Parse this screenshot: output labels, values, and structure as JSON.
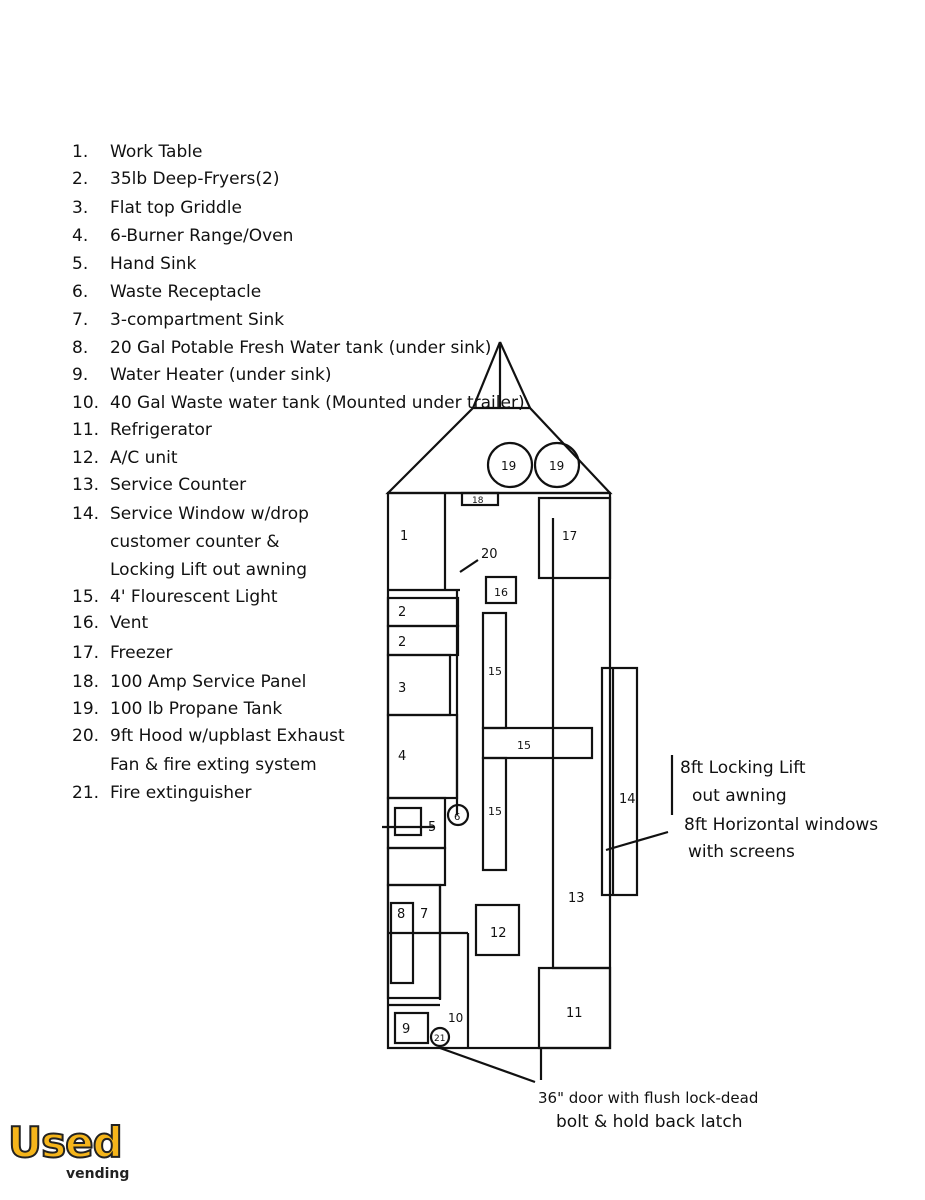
{
  "legend": [
    {
      "num": "1.",
      "text": "Work Table"
    },
    {
      "num": "2.",
      "text": "35lb Deep-Fryers(2)"
    },
    {
      "num": "3.",
      "text": "Flat top Griddle"
    },
    {
      "num": "4.",
      "text": "6-Burner Range/Oven"
    },
    {
      "num": "5.",
      "text": "Hand Sink"
    },
    {
      "num": "6.",
      "text": "Waste Receptacle"
    },
    {
      "num": "7.",
      "text": "3-compartment Sink"
    },
    {
      "num": "8.",
      "text": "20 Gal Potable Fresh Water tank (under sink)"
    },
    {
      "num": "9.",
      "text": "Water Heater (under sink)"
    },
    {
      "num": "10.",
      "text": "40 Gal Waste water tank (Mounted under trailer)"
    },
    {
      "num": "11.",
      "text": "Refrigerator"
    },
    {
      "num": "12.",
      "text": "A/C unit"
    },
    {
      "num": "13.",
      "text": "Service Counter"
    },
    {
      "num": "14.",
      "text": "Service Window w/drop",
      "cont": [
        "customer counter &",
        "Locking Lift out awning"
      ]
    },
    {
      "num": "15.",
      "text": "4' Flourescent Light"
    },
    {
      "num": "16.",
      "text": "Vent"
    },
    {
      "num": "17.",
      "text": "Freezer"
    },
    {
      "num": "18.",
      "text": "100 Amp Service Panel"
    },
    {
      "num": "19.",
      "text": "100 lb Propane Tank"
    },
    {
      "num": "20.",
      "text": "9ft Hood w/upblast Exhaust",
      "cont": [
        "Fan & fire exting system"
      ]
    },
    {
      "num": "21.",
      "text": "Fire extinguisher"
    }
  ],
  "plan_labels": {
    "l1": "1",
    "l2a": "2",
    "l2b": "2",
    "l3": "3",
    "l4": "4",
    "l5": "5",
    "l6": "6",
    "l7": "7",
    "l8": "8",
    "l9": "9",
    "l10": "10",
    "l11": "11",
    "l12": "12",
    "l13": "13",
    "l14": "14",
    "l15a": "15",
    "l15b": "15",
    "l15c": "15",
    "l16": "16",
    "l17": "17",
    "l18": "18",
    "l19a": "19",
    "l19b": "19",
    "l20": "20",
    "l21": "21"
  },
  "notes": {
    "awning_1": "8ft Locking Lift",
    "awning_2": "out awning",
    "windows_1": "8ft Horizontal windows",
    "windows_2": "with screens",
    "door_1": "36\" door with flush lock-dead",
    "door_2": "bolt & hold back latch"
  },
  "logo": {
    "main": "Used",
    "sub": "vending"
  },
  "colors": {
    "ink": "#111111",
    "logo": "#f5b51b"
  }
}
